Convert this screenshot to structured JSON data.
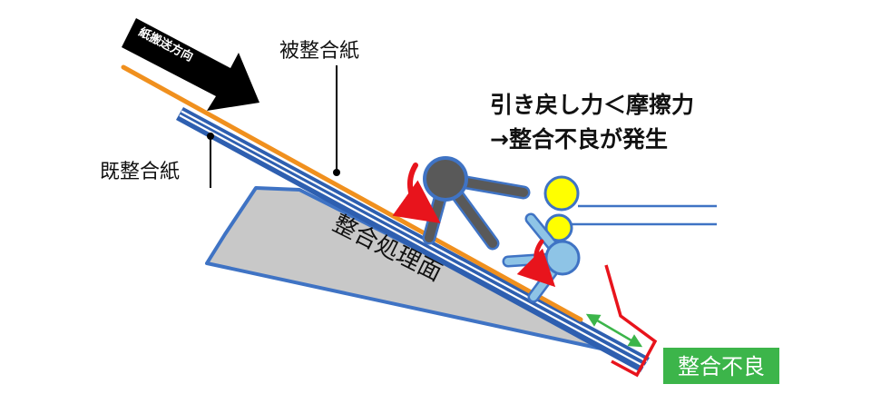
{
  "labels": {
    "feed_direction": "紙搬送方向",
    "target_sheet": "被整合紙",
    "aligned_sheet": "既整合紙",
    "surface": "整合処理面",
    "explanation_line1": "引き戻し力＜摩擦力",
    "explanation_line2": "→整合不良が発生",
    "badge": "整合不良"
  },
  "colors": {
    "paper_orange": "#f0901e",
    "stack_blue": "#2e5fb0",
    "surface_fill": "#c8c8c8",
    "surface_edge": "#3f73c4",
    "arrow_red": "#e8141c",
    "roller_dark": "#595959",
    "roller_light": "#8ec4e6",
    "ball_yellow": "#ffff00",
    "badge_green": "#3cb54a",
    "measure_green": "#3cb54a"
  }
}
